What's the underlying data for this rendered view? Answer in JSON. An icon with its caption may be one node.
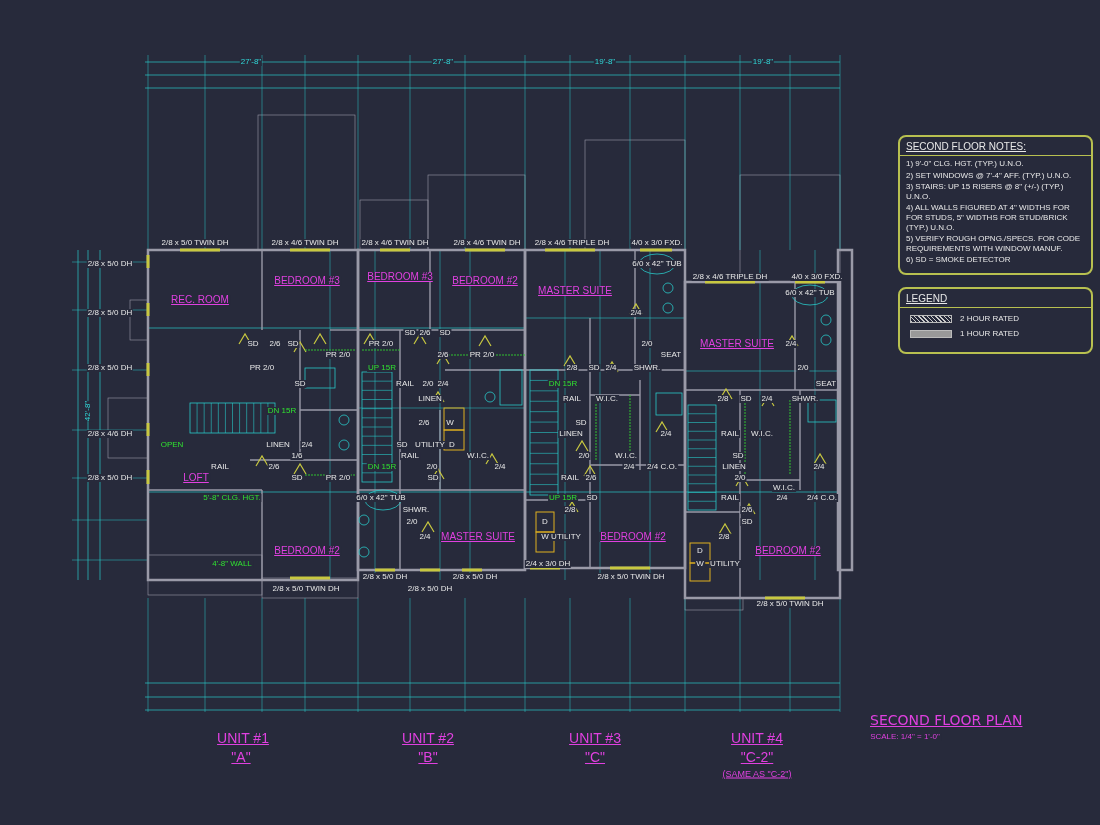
{
  "diagram": {
    "title": "SECOND FLOOR PLAN",
    "nodes": [
      {
        "text": [
          "SECOND FLOOR NOTES:",
          "1) 9'-0\" CLG. HGT. (TYP.) U.N.O.",
          "2) SET WINDOWS @ 7'-4\" AFF. (TYP.) U.N.O.",
          "3) STAIRS: UP 15 RISERS @ 8\" (+/-) (TYP.) U.N.O.",
          "4) ALL WALLS FIGURED AT 4\" WIDTHS FOR FOR STUDS, 5\" WIDTHS FOR STUD/BRICK (TYP.) U.N.O.",
          "5) VERIFY ROUGH OPNG./SPECS. FOR CODE REQUIREMENTS WITH WINDOW MANUF.",
          "6) SD = SMOKE DETECTOR"
        ]
      },
      {
        "text": [
          "LEGEND"
        ]
      }
    ],
    "labels": [
      "27'-8\"",
      "27'-8\"",
      "19'-8\"",
      "19'-8\"",
      "2/8 x 5/0 TWIN DH",
      "2/8 x 4/6 TWIN DH",
      "2/8 x 4/6 TWIN DH",
      "2/8 x 4/6 TWIN DH",
      "2/8 x 4/6 TRIPLE DH",
      "4/0 x 3/0 FXD.",
      "2/8 x 5/0 DH",
      "6/0 x 42\" TUB",
      "BEDROOM #3",
      "BEDROOM #3",
      "BEDROOM #2",
      "2/8 x 4/6 TRIPLE DH",
      "4/0 x 3/0 FXD.",
      "MASTER SUITE",
      "6/0 x 42\" TUB",
      "REC. ROOM",
      "2/8 x 5/0 DH",
      "2/4",
      "SD",
      "2/6",
      "SD",
      "SD",
      "2/6",
      "SD",
      "PR 2/0",
      "2/0",
      "MASTER SUITE",
      "2/4",
      "PR 2/0",
      "2/6",
      "PR 2/0",
      "SEAT",
      "2/8 x 5/0 DH",
      "PR 2/0",
      "UP 15R",
      "2/8",
      "SD",
      "2/4",
      "SHWR.",
      "2/0",
      "SD",
      "RAIL",
      "2/0",
      "2/4",
      "DN 15R",
      "SEAT",
      "LINEN",
      "RAIL",
      "W.I.C.",
      "2/8",
      "SD",
      "2/4",
      "SHWR.",
      "42'-8\"",
      "DN 15R",
      "2/6",
      "W",
      "SD",
      "2/8 x 4/6 DH",
      "LINEN",
      "2/4",
      "RAIL",
      "W.I.C.",
      "OPEN",
      "LINEN",
      "2/4",
      "SD",
      "UTILITY",
      "D",
      "1/6",
      "RAIL",
      "W.I.C.",
      "2/0",
      "W.I.C.",
      "SD",
      "RAIL",
      "2/6",
      "DN 15R",
      "2/0",
      "2/4",
      "2/4",
      "2/4 C.O.",
      "LINEN",
      "2/4",
      "2/8 x 5/0 DH",
      "LOFT",
      "SD",
      "PR 2/0",
      "SD",
      "RAIL",
      "2/6",
      "2/0",
      "W.I.C.",
      "5'-8\" CLG. HGT.",
      "6/0 x 42\" TUB",
      "UP 15R",
      "SD",
      "RAIL",
      "2/4",
      "2/4 C.O.",
      "SHWR.",
      "2/8",
      "2/6",
      "2/0",
      "D",
      "SD",
      "2/4",
      "MASTER SUITE",
      "W",
      "UTILITY",
      "BEDROOM #2",
      "2/8",
      "BEDROOM #2",
      "D",
      "BEDROOM #2",
      "4'-8\" WALL",
      "2/4 x 3/0 DH",
      "W",
      "UTILITY",
      "2/8 x 5/0 DH",
      "2/8 x 5/0 DH",
      "2/8 x 5/0 TWIN DH",
      "2/8 x 5/0 TWIN DH",
      "2/8 x 5/0 DH",
      "2/8 x 5/0 TWIN DH",
      "UNIT #1",
      "UNIT #2",
      "UNIT #3",
      "UNIT #4",
      "SCALE: 1/4\" = 1'-0\"",
      "\"A\"",
      "\"B\"",
      "\"C\"",
      "\"C-2\"",
      "(SAME AS \"C-2\")"
    ],
    "legend": [
      {
        "text": "2 HOUR RATED"
      },
      {
        "text": "1 HOUR RATED"
      }
    ]
  }
}
